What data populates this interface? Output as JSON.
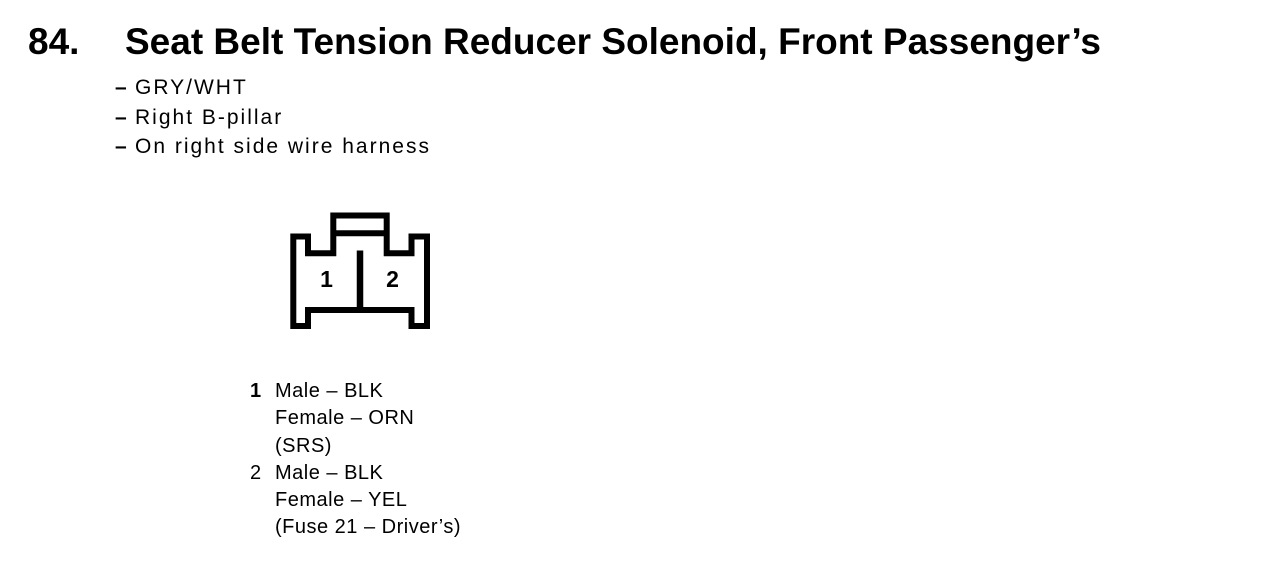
{
  "heading": {
    "number": "84.",
    "title": "Seat Belt Tension Reducer Solenoid, Front Passenger’s"
  },
  "bullet": "–",
  "details": [
    "GRY/WHT",
    "Right B-pillar",
    "On right side wire harness"
  ],
  "connector": {
    "cavity_labels": [
      "1",
      "2"
    ]
  },
  "pinout": [
    {
      "number": "1",
      "lines": [
        "Male – BLK",
        "Female – ORN",
        "(SRS)"
      ]
    },
    {
      "number": "2",
      "lines": [
        "Male – BLK",
        "Female – YEL",
        "(Fuse 21 – Driver’s)"
      ]
    }
  ],
  "colors": {
    "ink": "#000000",
    "paper": "#ffffff"
  }
}
